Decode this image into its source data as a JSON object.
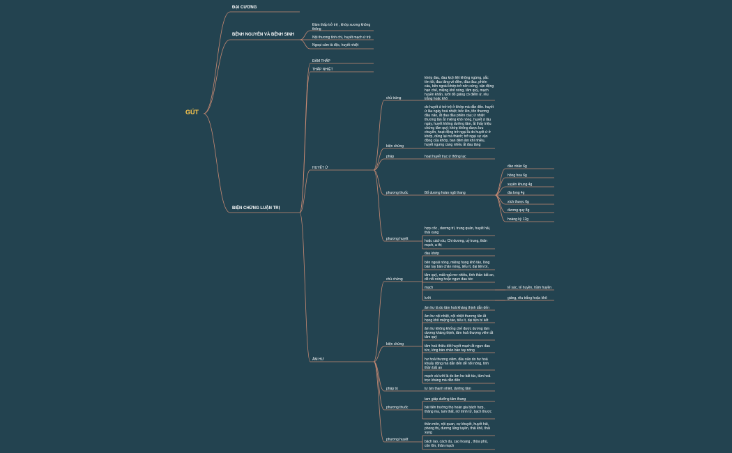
{
  "mindmap": {
    "root": "GÚT",
    "colors": {
      "background": "#234350",
      "line": "#c98a73",
      "root_text": "#ffc94d"
    },
    "dai_cuong": "ĐẠI CƯƠNG",
    "benh_nguyen": {
      "label": "BỆNH NGUYÊN VÀ BỆNH SINH",
      "items": [
        "Đàm thấp trở trệ , khớp xương không thông",
        "Nội thương tình chí, huyết mạch ứ trệ",
        "Ngoại cảm tà độc, huyết nhiệt"
      ]
    },
    "bien_chung": {
      "label": "BIỆN CHỨNG LUẬN TRỊ",
      "dam_thap": "ĐÀM THẤP",
      "thap_nhiet": "THẤP NHIỆT",
      "huyet_u": {
        "label": "HUYẾT Ứ",
        "chu_trung": {
          "label": "chủ trứng",
          "text": "khớp đau, đau kịch liệt không ngừng, sắc tím tối, đau tăng về đêm, đầu đau, phiền cáu, bên ngoài khớp trở nên cứng, vận động hạn chế, miệng khô nóng, tâm quý, mạch huyền khẩn, lưỡi đỏ giáng có điểm ứ, rêu trắng hoặc khô"
        },
        "bien_chung": {
          "label": "biện chứng",
          "text": "do huyết ứ trở trệ ở khớp mà dẫn đến. huyết ứ lâu ngày hoá nhiệt; bốc lên, tổn thương đầu não, ắt đau đầu phiền cáu; ứ nhiệt thương tân ắt miệng khô nóng, huyết ứ lâu ngày, huyết không dưỡng tâm, ắt thấy triệu chứng tâm quý; khớp không được lưu chuyển, hoạt động trở ngại là do huyết ứ ở khớp, dùng lại mà thành; trở ngại sự vận động của khớp, ban đêm âm khí nhiều, huyết ngưng càng nhiều ắt đau tăng"
        },
        "phap": {
          "label": "pháp",
          "text": "hoạt huyết trục ứ thông lạc"
        },
        "phuong_thuoc": {
          "label": "phương thuốc",
          "text": "Bổ dương hoàn ngũ thang",
          "herbs": [
            "đào nhân 6g",
            "hồng hoa 6g",
            "xuyên khung 4g",
            "địa long 4g",
            "xích thược 6g",
            "đương quy 8g",
            "hoàng kỳ 12g"
          ]
        },
        "phuong_huyet": {
          "label": "phương huyệt",
          "items": [
            "hợp cốc , dương trì, trung quản, huyết hải, thái xung",
            "hoặc cách du, Chi dương, uỷ trung, thân mạch, a thị"
          ]
        }
      },
      "am_hu": {
        "label": "ÂM HƯ",
        "chu_chung": {
          "label": "chủ chứng",
          "items": [
            "đau khớp",
            "bên ngoài nóng, miệng họng khô táo, lòng bàn tay bàn chân nóng, tiểu ít, đại tiện bí,",
            "tâm quý, mất ngủ mơ nhiều, tính thần bất an, dễ nổi nóng hoặc ngực đau tức"
          ],
          "mach": {
            "label": "mạch",
            "value": "tế sác, tế huyền, trầm huyền"
          },
          "luoi": {
            "label": "lưỡi",
            "value": "giáng, rêu trắng hoặc khô"
          }
        },
        "bien_chung": {
          "label": "biện chứng",
          "items": [
            "âm hư là do tâm hoả kháng thịnh dẫn đến",
            "âm hư nội nhiệt, nội nhiệt thương tân ắt họng khô miệng táo, tiểu ít, đại tiện bí kết",
            "âm hư không khống chế được dương làm dương kháng thịnh, tâm hoả thượng viêm ắt tâm quý",
            "tâm hoả thiêu đốt huyết mạch ắt ngực đau tức, lòng bàn chân bàn tay nóng",
            "hư hoả thượng viêm, đầu não do hư hoả khuấy động mà dẫn đến dễ nổi nóng, tinh thần bất an",
            "mạch và lưỡi là do âm hư bất túc, tâm hoả trọc kháng mà dẫn đến"
          ]
        },
        "phap_tri": {
          "label": "pháp trị",
          "text": "tư âm thanh nhiệt, dưỡng tâm"
        },
        "phuong_thuoc": {
          "label": "phương thuốc",
          "items": [
            "tam giáp dưỡng tâm thang",
            "bát tiên trường thọ hoàn gia bách hợp , thăng ma, tam thất, nữ trinh tử, bạch thược"
          ]
        },
        "phuong_huyet": {
          "label": "phương huyệt",
          "items": [
            "thần môn, nội quan, cự khuyết, huyết hải, phong thị, dương lăng tuyền, thái khê, thái xung",
            "bách lao, cách du, cao hoang , thừa phù, côn lôn, thân mạch"
          ]
        }
      }
    }
  }
}
